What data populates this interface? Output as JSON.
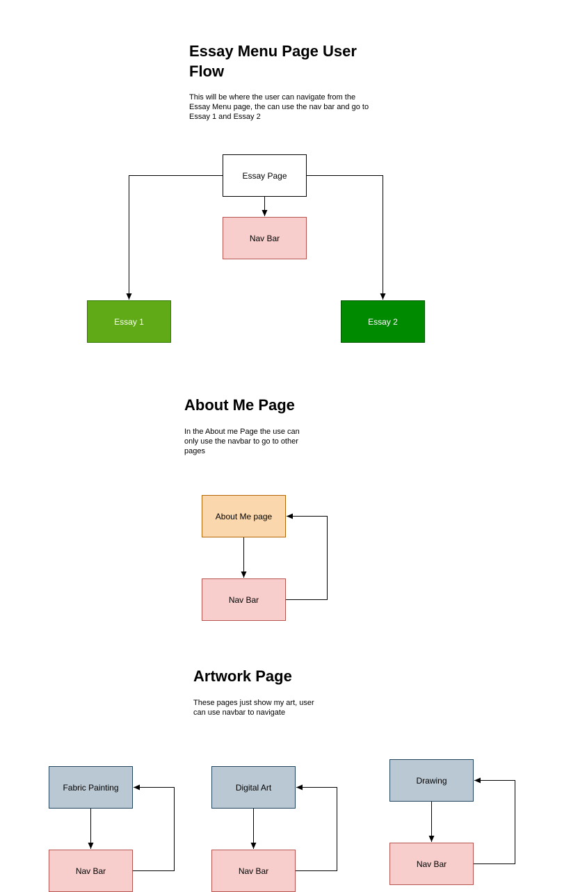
{
  "essay_section": {
    "title": "Essay Menu Page User Flow",
    "description": "This will be where the user can navigate from the Essay Menu page, the can use the nav bar and go to Essay 1 and Essay 2",
    "nodes": {
      "essay_page": "Essay Page",
      "nav_bar": "Nav Bar",
      "essay_1": "Essay 1",
      "essay_2": "Essay 2"
    }
  },
  "about_section": {
    "title": "About Me Page",
    "description": "In the About me Page the use can only use the navbar to go to other pages",
    "nodes": {
      "about_me_page": "About Me page",
      "nav_bar": "Nav Bar"
    }
  },
  "artwork_section": {
    "title": "Artwork Page",
    "description": "These pages just show my art, user can use navbar to navigate",
    "nodes": {
      "fabric_painting": "Fabric Painting",
      "fabric_nav_bar": "Nav Bar",
      "digital_art": "Digital Art",
      "digital_nav_bar": "Nav Bar",
      "drawing": "Drawing",
      "drawing_nav_bar": "Nav Bar"
    }
  },
  "colors": {
    "nav_bar_fill": "#f8cecc",
    "nav_bar_stroke": "#b85450",
    "essay_1_fill": "#60a917",
    "essay_2_fill": "#008a00",
    "about_fill": "#fad7ac",
    "artwork_fill": "#bac8d3",
    "edge": "#000000"
  }
}
